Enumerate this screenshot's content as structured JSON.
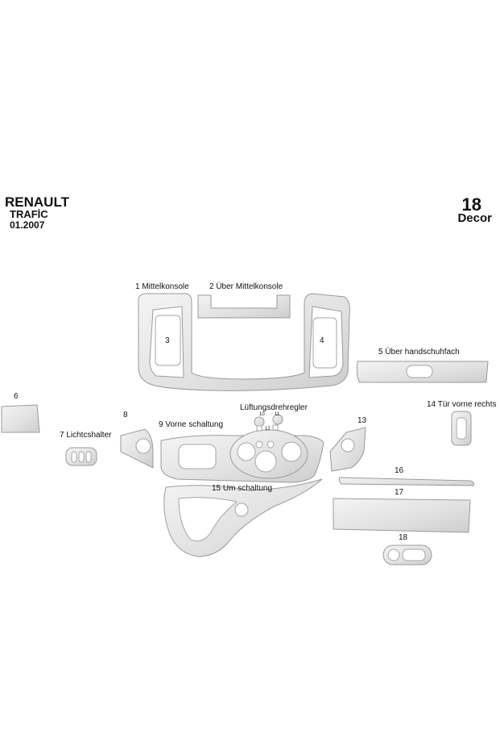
{
  "header": {
    "brand": "RENAULT",
    "model": "TRAFİC",
    "date": "01.2007",
    "set_count": "18",
    "set_type": "Decor"
  },
  "parts": [
    {
      "label": "1  Mittelkonsole"
    },
    {
      "label": "2  Über Mittelkonsole"
    },
    {
      "label": "3"
    },
    {
      "label": "4"
    },
    {
      "label": "5  Über  handschuhfach"
    },
    {
      "label": "6"
    },
    {
      "label": "7  Lichtcshalter"
    },
    {
      "label": "8"
    },
    {
      "label": "9  Vorne schaltung"
    },
    {
      "label": "Lüftungsdrehregler"
    },
    {
      "label": "10"
    },
    {
      "label": "11"
    },
    {
      "label": "12"
    },
    {
      "label": "13"
    },
    {
      "label": "14  Tür vorne rechts"
    },
    {
      "label": "15  Um schaltung"
    },
    {
      "label": "16"
    },
    {
      "label": "17"
    },
    {
      "label": "18"
    }
  ],
  "colors": {
    "part_light": "#f2f2f2",
    "part_dark": "#d0d0d0",
    "outline": "#9a9a9a"
  }
}
